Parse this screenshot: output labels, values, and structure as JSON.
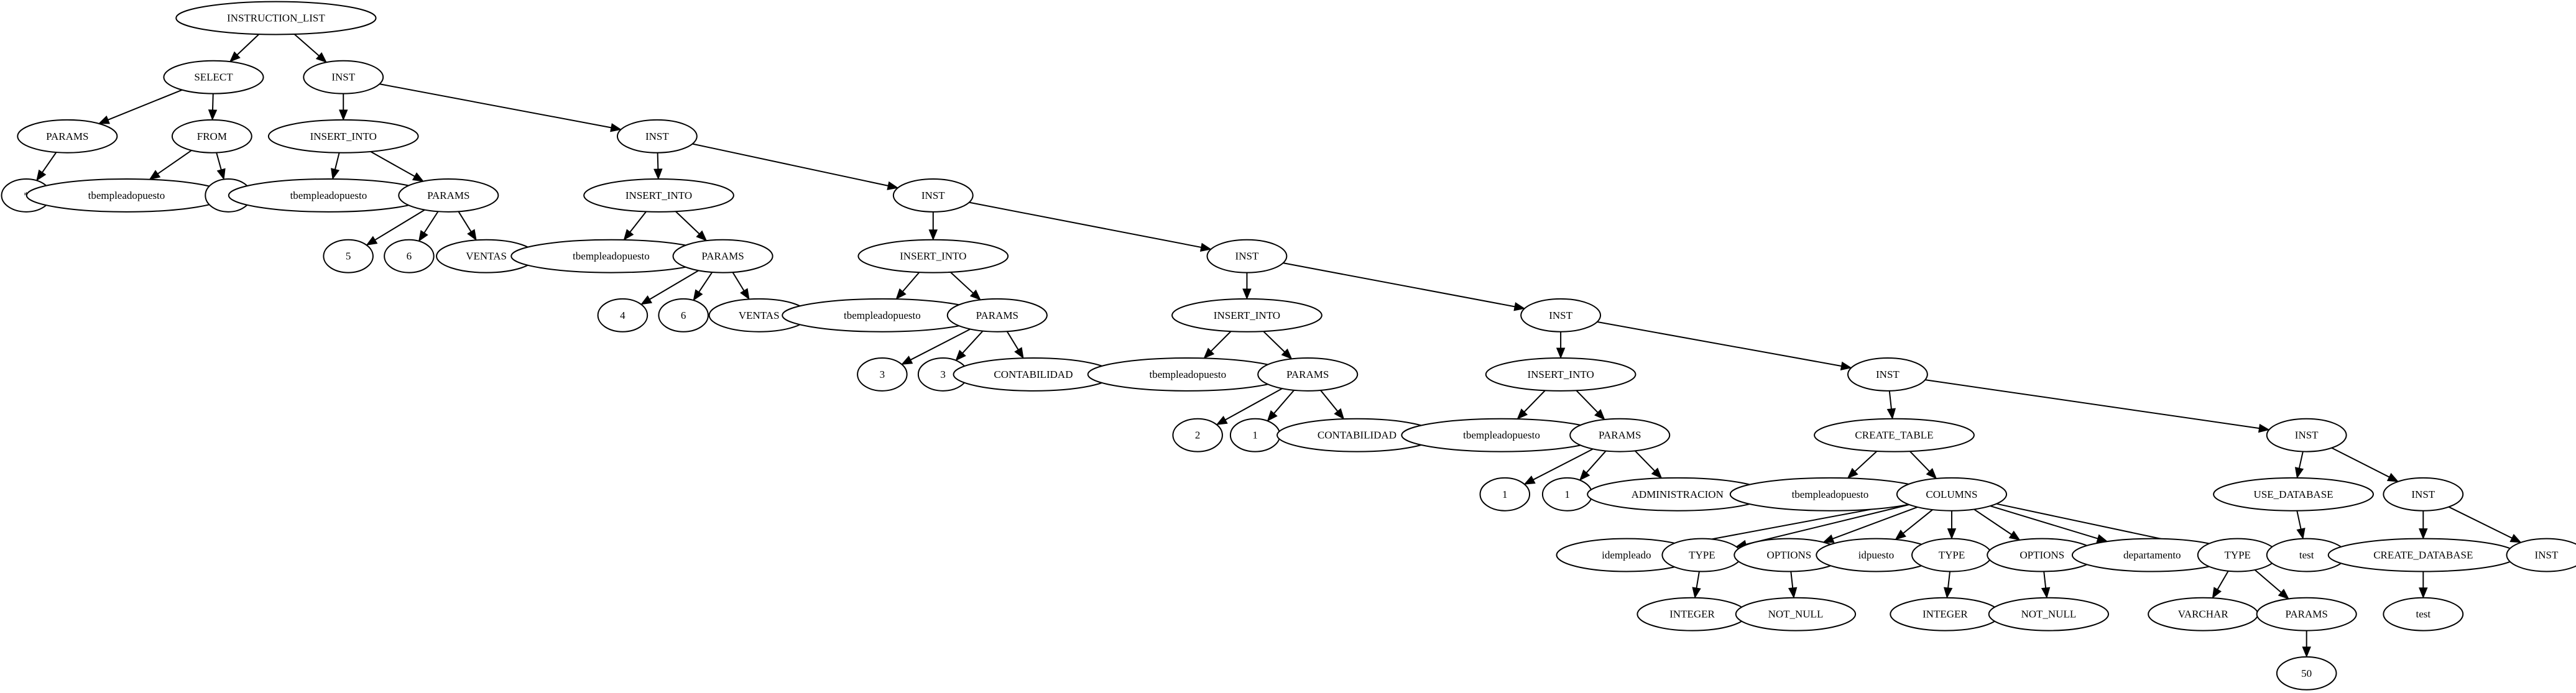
{
  "tree": {
    "nodes": [
      {
        "id": "n0",
        "label": "INSTRUCTION_LIST"
      },
      {
        "id": "n1",
        "label": "SELECT"
      },
      {
        "id": "n2",
        "label": "INST"
      },
      {
        "id": "n3",
        "label": "PARAMS"
      },
      {
        "id": "n4",
        "label": "FROM"
      },
      {
        "id": "n5",
        "label": "*"
      },
      {
        "id": "n6",
        "label": "tbempleadopuesto"
      },
      {
        "id": "n7",
        "label": ""
      },
      {
        "id": "n8",
        "label": "INSERT_INTO"
      },
      {
        "id": "n9",
        "label": "INST"
      },
      {
        "id": "n10",
        "label": "tbempleadopuesto"
      },
      {
        "id": "n11",
        "label": "PARAMS"
      },
      {
        "id": "n12",
        "label": "5"
      },
      {
        "id": "n13",
        "label": "6"
      },
      {
        "id": "n14",
        "label": "VENTAS"
      },
      {
        "id": "n15",
        "label": "INSERT_INTO"
      },
      {
        "id": "n16",
        "label": "INST"
      },
      {
        "id": "n17",
        "label": "tbempleadopuesto"
      },
      {
        "id": "n18",
        "label": "PARAMS"
      },
      {
        "id": "n19",
        "label": "4"
      },
      {
        "id": "n20",
        "label": "6"
      },
      {
        "id": "n21",
        "label": "VENTAS"
      },
      {
        "id": "n22",
        "label": "INSERT_INTO"
      },
      {
        "id": "n23",
        "label": "INST"
      },
      {
        "id": "n24",
        "label": "tbempleadopuesto"
      },
      {
        "id": "n25",
        "label": "PARAMS"
      },
      {
        "id": "n26",
        "label": "3"
      },
      {
        "id": "n27",
        "label": "3"
      },
      {
        "id": "n28",
        "label": "CONTABILIDAD"
      },
      {
        "id": "n29",
        "label": "INSERT_INTO"
      },
      {
        "id": "n30",
        "label": "INST"
      },
      {
        "id": "n31",
        "label": "tbempleadopuesto"
      },
      {
        "id": "n32",
        "label": "PARAMS"
      },
      {
        "id": "n33",
        "label": "2"
      },
      {
        "id": "n34",
        "label": "1"
      },
      {
        "id": "n35",
        "label": "CONTABILIDAD"
      },
      {
        "id": "n36",
        "label": "INSERT_INTO"
      },
      {
        "id": "n37",
        "label": "INST"
      },
      {
        "id": "n38",
        "label": "tbempleadopuesto"
      },
      {
        "id": "n39",
        "label": "PARAMS"
      },
      {
        "id": "n40",
        "label": "1"
      },
      {
        "id": "n41",
        "label": "1"
      },
      {
        "id": "n42",
        "label": "ADMINISTRACION"
      },
      {
        "id": "n43",
        "label": "CREATE_TABLE"
      },
      {
        "id": "n44",
        "label": "INST"
      },
      {
        "id": "n45",
        "label": "tbempleadopuesto"
      },
      {
        "id": "n46",
        "label": "COLUMNS"
      },
      {
        "id": "n47",
        "label": "idempleado"
      },
      {
        "id": "n48",
        "label": "TYPE"
      },
      {
        "id": "n49",
        "label": "OPTIONS"
      },
      {
        "id": "n50",
        "label": "idpuesto"
      },
      {
        "id": "n51",
        "label": "TYPE"
      },
      {
        "id": "n52",
        "label": "OPTIONS"
      },
      {
        "id": "n53",
        "label": "departamento"
      },
      {
        "id": "n54",
        "label": "TYPE"
      },
      {
        "id": "n55",
        "label": "INTEGER"
      },
      {
        "id": "n56",
        "label": "NOT_NULL"
      },
      {
        "id": "n57",
        "label": "INTEGER"
      },
      {
        "id": "n58",
        "label": "NOT_NULL"
      },
      {
        "id": "n59",
        "label": "VARCHAR"
      },
      {
        "id": "n60",
        "label": "PARAMS"
      },
      {
        "id": "n61",
        "label": "50"
      },
      {
        "id": "n62",
        "label": "USE_DATABASE"
      },
      {
        "id": "n63",
        "label": "INST"
      },
      {
        "id": "n64",
        "label": "test"
      },
      {
        "id": "n65",
        "label": "CREATE_DATABASE"
      },
      {
        "id": "n66",
        "label": "INST"
      },
      {
        "id": "n67",
        "label": "test"
      }
    ],
    "edges": [
      [
        "n0",
        "n1"
      ],
      [
        "n0",
        "n2"
      ],
      [
        "n1",
        "n3"
      ],
      [
        "n1",
        "n4"
      ],
      [
        "n3",
        "n5"
      ],
      [
        "n4",
        "n6"
      ],
      [
        "n4",
        "n7"
      ],
      [
        "n2",
        "n8"
      ],
      [
        "n2",
        "n9"
      ],
      [
        "n8",
        "n10"
      ],
      [
        "n8",
        "n11"
      ],
      [
        "n11",
        "n12"
      ],
      [
        "n11",
        "n13"
      ],
      [
        "n11",
        "n14"
      ],
      [
        "n9",
        "n15"
      ],
      [
        "n9",
        "n16"
      ],
      [
        "n15",
        "n17"
      ],
      [
        "n15",
        "n18"
      ],
      [
        "n18",
        "n19"
      ],
      [
        "n18",
        "n20"
      ],
      [
        "n18",
        "n21"
      ],
      [
        "n16",
        "n22"
      ],
      [
        "n16",
        "n23"
      ],
      [
        "n22",
        "n24"
      ],
      [
        "n22",
        "n25"
      ],
      [
        "n25",
        "n26"
      ],
      [
        "n25",
        "n27"
      ],
      [
        "n25",
        "n28"
      ],
      [
        "n23",
        "n29"
      ],
      [
        "n23",
        "n30"
      ],
      [
        "n29",
        "n31"
      ],
      [
        "n29",
        "n32"
      ],
      [
        "n32",
        "n33"
      ],
      [
        "n32",
        "n34"
      ],
      [
        "n32",
        "n35"
      ],
      [
        "n30",
        "n36"
      ],
      [
        "n30",
        "n37"
      ],
      [
        "n36",
        "n38"
      ],
      [
        "n36",
        "n39"
      ],
      [
        "n39",
        "n40"
      ],
      [
        "n39",
        "n41"
      ],
      [
        "n39",
        "n42"
      ],
      [
        "n37",
        "n43"
      ],
      [
        "n37",
        "n44"
      ],
      [
        "n43",
        "n45"
      ],
      [
        "n43",
        "n46"
      ],
      [
        "n46",
        "n47"
      ],
      [
        "n46",
        "n48"
      ],
      [
        "n46",
        "n49"
      ],
      [
        "n46",
        "n50"
      ],
      [
        "n46",
        "n51"
      ],
      [
        "n46",
        "n52"
      ],
      [
        "n46",
        "n53"
      ],
      [
        "n46",
        "n54"
      ],
      [
        "n48",
        "n55"
      ],
      [
        "n49",
        "n56"
      ],
      [
        "n51",
        "n57"
      ],
      [
        "n52",
        "n58"
      ],
      [
        "n54",
        "n59"
      ],
      [
        "n54",
        "n60"
      ],
      [
        "n60",
        "n61"
      ],
      [
        "n44",
        "n62"
      ],
      [
        "n44",
        "n63"
      ],
      [
        "n62",
        "n64"
      ],
      [
        "n63",
        "n65"
      ],
      [
        "n63",
        "n66"
      ],
      [
        "n65",
        "n67"
      ]
    ]
  }
}
